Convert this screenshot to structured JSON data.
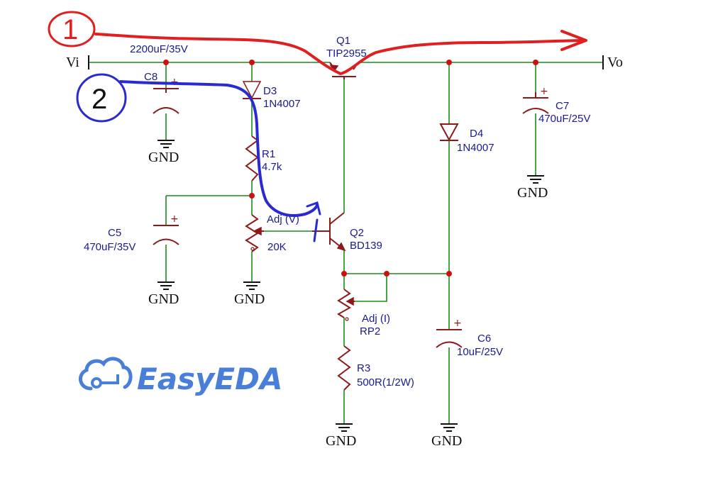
{
  "nets": {
    "input": "Vi",
    "output": "Vo"
  },
  "ground_label": "GND",
  "components": {
    "C8": {
      "ref": "C8",
      "value": "2200uF/35V"
    },
    "Q1": {
      "ref": "Q1",
      "value": "TIP2955"
    },
    "D3": {
      "ref": "D3",
      "value": "1N4007"
    },
    "R1": {
      "ref": "R1",
      "value": "4.7k"
    },
    "POT1": {
      "ref": "Adj (V)",
      "value": "20K"
    },
    "C5": {
      "ref": "C5",
      "value": "470uF/35V"
    },
    "Q2": {
      "ref": "Q2",
      "value": "BD139"
    },
    "RP2": {
      "ref": "Adj (I)",
      "value": "RP2"
    },
    "R3": {
      "ref": "R3",
      "value": "500R(1/2W)"
    },
    "D4": {
      "ref": "D4",
      "value": "1N4007"
    },
    "C6": {
      "ref": "C6",
      "value": "10uF/25V"
    },
    "C7": {
      "ref": "C7",
      "value": "470uF/25V"
    }
  },
  "annotations": [
    {
      "label": "1",
      "color": "#e02020"
    },
    {
      "label": "2",
      "color": "#2a2ad0"
    }
  ],
  "logo": {
    "text": "EasyEDA",
    "color": "#4a7fd9"
  },
  "colors": {
    "wire": "#1a8c1a",
    "component": "#8c1a1a",
    "label": "#1a1a8c",
    "junction": "#cc1111"
  }
}
